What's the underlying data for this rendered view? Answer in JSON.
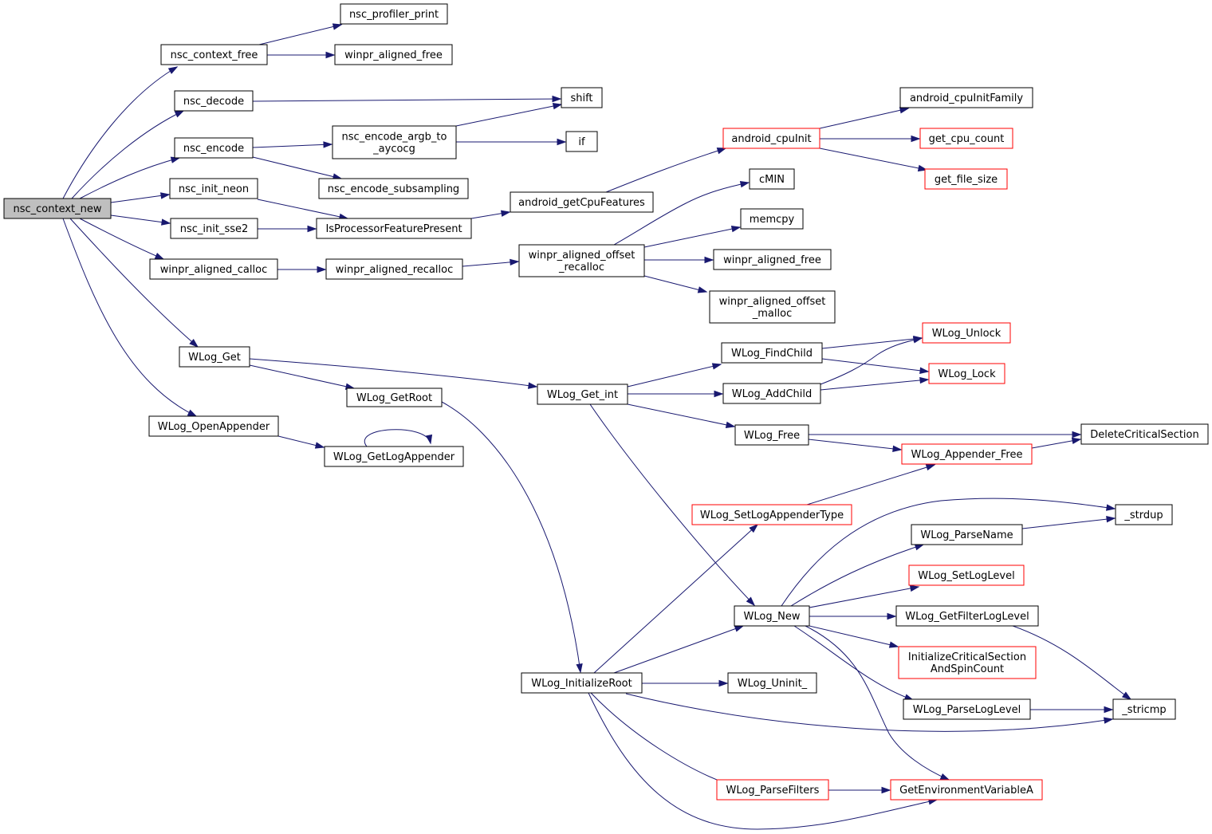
{
  "graph": {
    "colors": {
      "edge": "#191970",
      "root_fill": "#bfbfbf",
      "truncated_border": "#ff0000",
      "node_border": "#000000"
    },
    "nodes": [
      {
        "id": "nsc_context_new",
        "lines": [
          "nsc_context_new"
        ],
        "root": true
      },
      {
        "id": "nsc_profiler_print",
        "lines": [
          "nsc_profiler_print"
        ]
      },
      {
        "id": "nsc_context_free",
        "lines": [
          "nsc_context_free"
        ]
      },
      {
        "id": "winpr_aligned_free_a",
        "lines": [
          "winpr_aligned_free"
        ]
      },
      {
        "id": "nsc_decode",
        "lines": [
          "nsc_decode"
        ]
      },
      {
        "id": "shift",
        "lines": [
          "shift"
        ]
      },
      {
        "id": "nsc_encode",
        "lines": [
          "nsc_encode"
        ]
      },
      {
        "id": "nsc_encode_argb",
        "lines": [
          "nsc_encode_argb_to",
          "_aycocg"
        ]
      },
      {
        "id": "if",
        "lines": [
          "if"
        ]
      },
      {
        "id": "nsc_encode_subsampling",
        "lines": [
          "nsc_encode_subsampling"
        ]
      },
      {
        "id": "nsc_init_neon",
        "lines": [
          "nsc_init_neon"
        ]
      },
      {
        "id": "nsc_init_sse2",
        "lines": [
          "nsc_init_sse2"
        ]
      },
      {
        "id": "IsProcessorFeaturePresent",
        "lines": [
          "IsProcessorFeaturePresent"
        ]
      },
      {
        "id": "android_getCpuFeatures",
        "lines": [
          "android_getCpuFeatures"
        ]
      },
      {
        "id": "android_cpuInit",
        "lines": [
          "android_cpuInit"
        ],
        "truncated": true
      },
      {
        "id": "android_cpuInitFamily",
        "lines": [
          "android_cpuInitFamily"
        ]
      },
      {
        "id": "get_cpu_count",
        "lines": [
          "get_cpu_count"
        ],
        "truncated": true
      },
      {
        "id": "get_file_size",
        "lines": [
          "get_file_size"
        ],
        "truncated": true
      },
      {
        "id": "cMIN",
        "lines": [
          "cMIN"
        ]
      },
      {
        "id": "memcpy",
        "lines": [
          "memcpy"
        ]
      },
      {
        "id": "winpr_aligned_calloc",
        "lines": [
          "winpr_aligned_calloc"
        ]
      },
      {
        "id": "winpr_aligned_recalloc",
        "lines": [
          "winpr_aligned_recalloc"
        ]
      },
      {
        "id": "winpr_aligned_offset_recalloc",
        "lines": [
          "winpr_aligned_offset",
          "_recalloc"
        ]
      },
      {
        "id": "winpr_aligned_free_b",
        "lines": [
          "winpr_aligned_free"
        ]
      },
      {
        "id": "winpr_aligned_offset_malloc",
        "lines": [
          "winpr_aligned_offset",
          "_malloc"
        ]
      },
      {
        "id": "WLog_Get",
        "lines": [
          "WLog_Get"
        ]
      },
      {
        "id": "WLog_GetRoot",
        "lines": [
          "WLog_GetRoot"
        ]
      },
      {
        "id": "WLog_Get_int",
        "lines": [
          "WLog_Get_int"
        ]
      },
      {
        "id": "WLog_FindChild",
        "lines": [
          "WLog_FindChild"
        ]
      },
      {
        "id": "WLog_AddChild",
        "lines": [
          "WLog_AddChild"
        ]
      },
      {
        "id": "WLog_Unlock",
        "lines": [
          "WLog_Unlock"
        ],
        "truncated": true
      },
      {
        "id": "WLog_Lock",
        "lines": [
          "WLog_Lock"
        ],
        "truncated": true
      },
      {
        "id": "WLog_Free",
        "lines": [
          "WLog_Free"
        ]
      },
      {
        "id": "DeleteCriticalSection",
        "lines": [
          "DeleteCriticalSection"
        ]
      },
      {
        "id": "WLog_Appender_Free",
        "lines": [
          "WLog_Appender_Free"
        ],
        "truncated": true
      },
      {
        "id": "WLog_OpenAppender",
        "lines": [
          "WLog_OpenAppender"
        ]
      },
      {
        "id": "WLog_GetLogAppender",
        "lines": [
          "WLog_GetLogAppender"
        ]
      },
      {
        "id": "WLog_SetLogAppenderType",
        "lines": [
          "WLog_SetLogAppenderType"
        ],
        "truncated": true
      },
      {
        "id": "_strdup",
        "lines": [
          "_strdup"
        ]
      },
      {
        "id": "WLog_ParseName",
        "lines": [
          "WLog_ParseName"
        ]
      },
      {
        "id": "WLog_SetLogLevel",
        "lines": [
          "WLog_SetLogLevel"
        ],
        "truncated": true
      },
      {
        "id": "WLog_New",
        "lines": [
          "WLog_New"
        ]
      },
      {
        "id": "WLog_GetFilterLogLevel",
        "lines": [
          "WLog_GetFilterLogLevel"
        ]
      },
      {
        "id": "InitializeCriticalSection",
        "lines": [
          "InitializeCriticalSection",
          "AndSpinCount"
        ],
        "truncated": true
      },
      {
        "id": "WLog_InitializeRoot",
        "lines": [
          "WLog_InitializeRoot"
        ]
      },
      {
        "id": "WLog_Uninit_",
        "lines": [
          "WLog_Uninit_"
        ]
      },
      {
        "id": "WLog_ParseLogLevel",
        "lines": [
          "WLog_ParseLogLevel"
        ]
      },
      {
        "id": "_stricmp",
        "lines": [
          "_stricmp"
        ]
      },
      {
        "id": "WLog_ParseFilters",
        "lines": [
          "WLog_ParseFilters"
        ],
        "truncated": true
      },
      {
        "id": "GetEnvironmentVariableA",
        "lines": [
          "GetEnvironmentVariableA"
        ],
        "truncated": true
      }
    ],
    "edges": [
      {
        "from": "nsc_context_new",
        "to": "nsc_context_free"
      },
      {
        "from": "nsc_context_new",
        "to": "nsc_decode"
      },
      {
        "from": "nsc_context_new",
        "to": "nsc_encode"
      },
      {
        "from": "nsc_context_new",
        "to": "nsc_init_neon"
      },
      {
        "from": "nsc_context_new",
        "to": "nsc_init_sse2"
      },
      {
        "from": "nsc_context_new",
        "to": "winpr_aligned_calloc"
      },
      {
        "from": "nsc_context_new",
        "to": "WLog_Get"
      },
      {
        "from": "nsc_context_new",
        "to": "WLog_OpenAppender"
      },
      {
        "from": "nsc_context_free",
        "to": "nsc_profiler_print"
      },
      {
        "from": "nsc_context_free",
        "to": "winpr_aligned_free_a"
      },
      {
        "from": "nsc_decode",
        "to": "shift"
      },
      {
        "from": "nsc_encode",
        "to": "nsc_encode_argb"
      },
      {
        "from": "nsc_encode",
        "to": "nsc_encode_subsampling"
      },
      {
        "from": "nsc_encode_argb",
        "to": "shift"
      },
      {
        "from": "nsc_encode_argb",
        "to": "if"
      },
      {
        "from": "nsc_init_neon",
        "to": "IsProcessorFeaturePresent"
      },
      {
        "from": "nsc_init_sse2",
        "to": "IsProcessorFeaturePresent"
      },
      {
        "from": "IsProcessorFeaturePresent",
        "to": "android_getCpuFeatures"
      },
      {
        "from": "android_getCpuFeatures",
        "to": "android_cpuInit"
      },
      {
        "from": "android_cpuInit",
        "to": "android_cpuInitFamily"
      },
      {
        "from": "android_cpuInit",
        "to": "get_cpu_count"
      },
      {
        "from": "android_cpuInit",
        "to": "get_file_size"
      },
      {
        "from": "winpr_aligned_calloc",
        "to": "winpr_aligned_recalloc"
      },
      {
        "from": "winpr_aligned_recalloc",
        "to": "winpr_aligned_offset_recalloc"
      },
      {
        "from": "winpr_aligned_offset_recalloc",
        "to": "cMIN"
      },
      {
        "from": "winpr_aligned_offset_recalloc",
        "to": "memcpy"
      },
      {
        "from": "winpr_aligned_offset_recalloc",
        "to": "winpr_aligned_free_b"
      },
      {
        "from": "winpr_aligned_offset_recalloc",
        "to": "winpr_aligned_offset_malloc"
      },
      {
        "from": "WLog_Get",
        "to": "WLog_GetRoot"
      },
      {
        "from": "WLog_Get",
        "to": "WLog_Get_int"
      },
      {
        "from": "WLog_GetRoot",
        "to": "WLog_InitializeRoot"
      },
      {
        "from": "WLog_Get_int",
        "to": "WLog_FindChild"
      },
      {
        "from": "WLog_Get_int",
        "to": "WLog_AddChild"
      },
      {
        "from": "WLog_Get_int",
        "to": "WLog_Free"
      },
      {
        "from": "WLog_Get_int",
        "to": "WLog_New"
      },
      {
        "from": "WLog_FindChild",
        "to": "WLog_Unlock"
      },
      {
        "from": "WLog_FindChild",
        "to": "WLog_Lock"
      },
      {
        "from": "WLog_AddChild",
        "to": "WLog_Unlock"
      },
      {
        "from": "WLog_AddChild",
        "to": "WLog_Lock"
      },
      {
        "from": "WLog_Free",
        "to": "DeleteCriticalSection"
      },
      {
        "from": "WLog_Free",
        "to": "WLog_Appender_Free"
      },
      {
        "from": "WLog_Appender_Free",
        "to": "DeleteCriticalSection"
      },
      {
        "from": "WLog_OpenAppender",
        "to": "WLog_GetLogAppender"
      },
      {
        "from": "WLog_GetLogAppender",
        "to": "WLog_GetLogAppender"
      },
      {
        "from": "WLog_SetLogAppenderType",
        "to": "WLog_Appender_Free"
      },
      {
        "from": "WLog_InitializeRoot",
        "to": "WLog_SetLogAppenderType"
      },
      {
        "from": "WLog_InitializeRoot",
        "to": "WLog_New"
      },
      {
        "from": "WLog_InitializeRoot",
        "to": "WLog_Uninit_"
      },
      {
        "from": "WLog_InitializeRoot",
        "to": "_stricmp"
      },
      {
        "from": "WLog_InitializeRoot",
        "to": "WLog_ParseFilters"
      },
      {
        "from": "WLog_InitializeRoot",
        "to": "GetEnvironmentVariableA"
      },
      {
        "from": "WLog_New",
        "to": "_strdup"
      },
      {
        "from": "WLog_New",
        "to": "WLog_ParseName"
      },
      {
        "from": "WLog_New",
        "to": "WLog_SetLogLevel"
      },
      {
        "from": "WLog_New",
        "to": "WLog_GetFilterLogLevel"
      },
      {
        "from": "WLog_New",
        "to": "InitializeCriticalSection"
      },
      {
        "from": "WLog_New",
        "to": "WLog_ParseLogLevel"
      },
      {
        "from": "WLog_New",
        "to": "GetEnvironmentVariableA"
      },
      {
        "from": "WLog_ParseName",
        "to": "_strdup"
      },
      {
        "from": "WLog_GetFilterLogLevel",
        "to": "_stricmp"
      },
      {
        "from": "WLog_ParseLogLevel",
        "to": "_stricmp"
      },
      {
        "from": "WLog_ParseFilters",
        "to": "GetEnvironmentVariableA"
      }
    ]
  }
}
